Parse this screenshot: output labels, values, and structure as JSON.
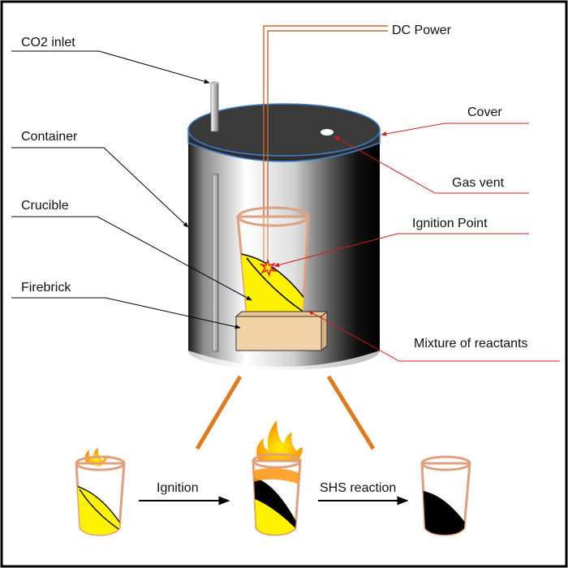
{
  "labels": {
    "co2_inlet": "CO2 inlet",
    "dc_power": "DC Power",
    "cover": "Cover",
    "container": "Container",
    "gas_vent": "Gas vent",
    "crucible": "Crucible",
    "ignition_point": "Ignition Point",
    "firebrick": "Firebrick",
    "mixture": "Mixture of reactants",
    "step_ignition": "Ignition",
    "step_shs": "SHS reaction"
  },
  "colors": {
    "frame": "#000000",
    "container_dark": "#000000",
    "container_light": "#ffffff",
    "cover_top": "#3a3a3a",
    "cover_rim": "#3f7fd1",
    "crucible": "#e0a07e",
    "reactant": "#fff200",
    "product": "#000000",
    "firebrick": "#f2d3a8",
    "wire": "#c86a2a",
    "pointer_red": "#d01c1c",
    "pointer_black": "#000000",
    "funnel": "#e07a1e",
    "flame_outer": "#ffb000",
    "flame_inner": "#ffe600"
  }
}
